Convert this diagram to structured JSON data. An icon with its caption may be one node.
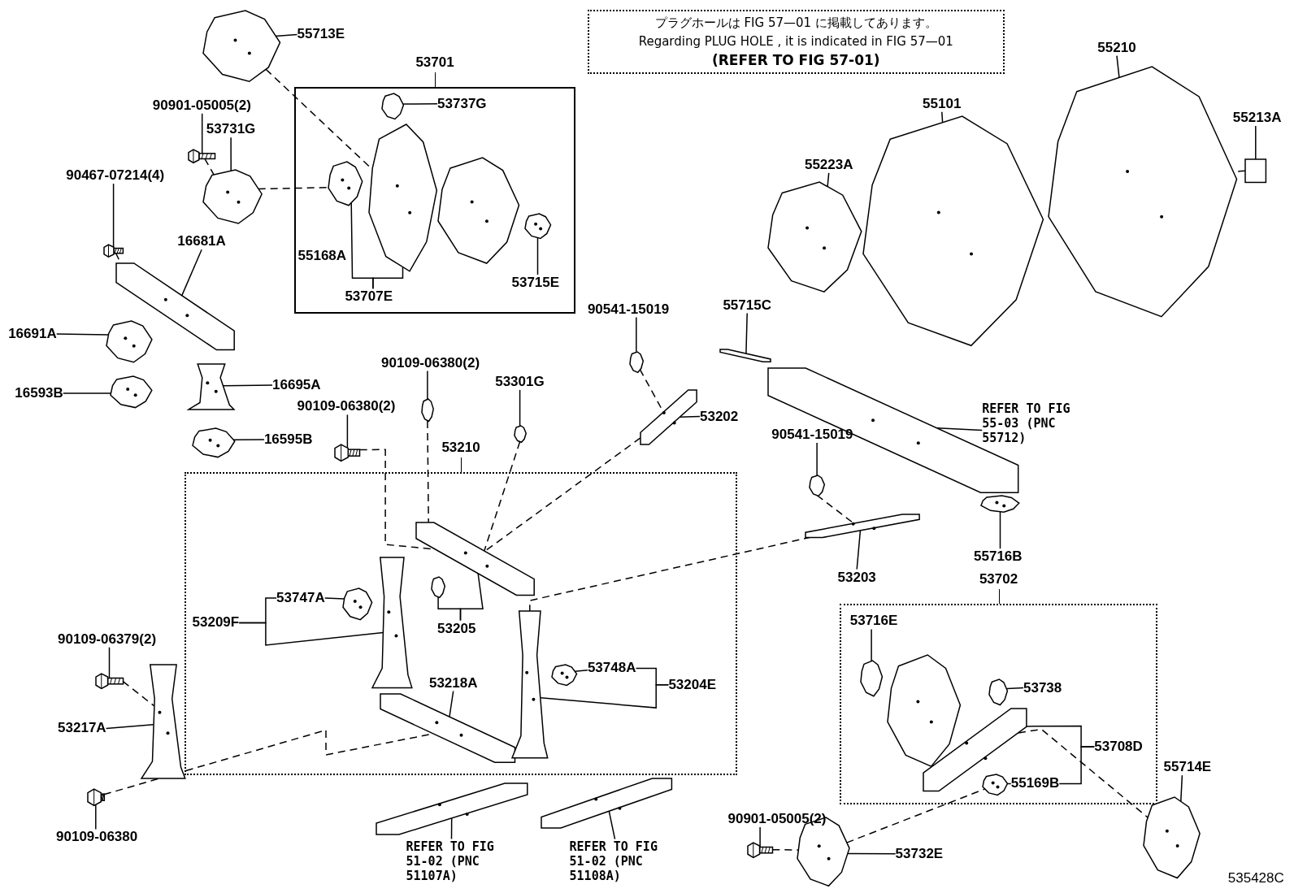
{
  "diagram": {
    "nodes": [
      {
        "text": [
          "53701"
        ]
      },
      {
        "text": [
          "53210"
        ]
      },
      {
        "text": [
          "53702"
        ]
      },
      {
        "text": [
          "プラグホールは FIG 57—01 に掲載してあります。",
          "Regarding PLUG HOLE , it is indicated in FIG 57—01",
          "(REFER TO FIG 57-01)"
        ]
      },
      {
        "text": [
          "55713E"
        ]
      },
      {
        "text": [],
        "shape": "picture"
      },
      {
        "text": [
          "90901-05005(2)"
        ]
      },
      {
        "text": [],
        "shape": "picture"
      },
      {
        "text": [
          "53731G"
        ]
      },
      {
        "text": [],
        "shape": "picture"
      },
      {
        "text": [
          "90467-07214(4)"
        ]
      },
      {
        "text": [],
        "shape": "picture"
      },
      {
        "text": [
          "16681A"
        ]
      },
      {
        "text": [],
        "shape": "picture"
      },
      {
        "text": [
          "16691A"
        ]
      },
      {
        "text": [],
        "shape": "picture"
      },
      {
        "text": [
          "16593B"
        ]
      },
      {
        "text": [],
        "shape": "picture"
      },
      {
        "text": [
          "16695A"
        ]
      },
      {
        "text": [],
        "shape": "picture"
      },
      {
        "text": [
          "16595B"
        ]
      },
      {
        "text": [],
        "shape": "picture"
      },
      {
        "text": [
          "53737G"
        ],
        "in": 0
      },
      {
        "text": [],
        "shape": "picture",
        "in": 0
      },
      {
        "text": [],
        "shape": "picture",
        "in": 0
      },
      {
        "text": [],
        "shape": "picture",
        "in": 0
      },
      {
        "text": [],
        "shape": "picture",
        "in": 0
      },
      {
        "text": [],
        "shape": "picture",
        "in": 0
      },
      {
        "text": [
          "53715E"
        ],
        "in": 0
      },
      {
        "text": [
          "53707E"
        ],
        "in": 0
      },
      {
        "text": [
          "55210"
        ]
      },
      {
        "text": [],
        "shape": "picture"
      },
      {
        "text": [
          "55101"
        ]
      },
      {
        "text": [],
        "shape": "picture"
      },
      {
        "text": [
          "55223A"
        ]
      },
      {
        "text": [],
        "shape": "picture"
      },
      {
        "text": [
          "55213A"
        ]
      },
      {
        "text": [],
        "shape": "box"
      },
      {
        "text": [
          "90541-15019"
        ]
      },
      {
        "text": [],
        "shape": "picture"
      },
      {
        "text": [
          "53202"
        ]
      },
      {
        "text": [],
        "shape": "picture"
      },
      {
        "text": [
          "55715C"
        ]
      },
      {
        "text": [],
        "shape": "picture"
      },
      {
        "text": [
          "REFER TO FIG 55-03 (PNC 55712)"
        ]
      },
      {
        "text": [],
        "shape": "picture"
      },
      {
        "text": [
          "55716B"
        ]
      },
      {
        "text": [],
        "shape": "picture"
      },
      {
        "text": [
          "90541-15019"
        ]
      },
      {
        "text": [],
        "shape": "picture"
      },
      {
        "text": [
          "53203"
        ]
      },
      {
        "text": [],
        "shape": "picture"
      },
      {
        "text": [
          "90109-06380(2)"
        ]
      },
      {
        "text": [],
        "shape": "picture"
      },
      {
        "text": [
          "53301G"
        ]
      },
      {
        "text": [],
        "shape": "picture"
      },
      {
        "text": [
          "90109-06380(2)"
        ]
      },
      {
        "text": [],
        "shape": "picture"
      },
      {
        "text": [],
        "shape": "picture",
        "in": 1
      },
      {
        "text": [],
        "shape": "picture",
        "in": 1
      },
      {
        "text": [
          "53205"
        ],
        "in": 1
      },
      {
        "text": [
          "53747A"
        ],
        "in": 1
      },
      {
        "text": [],
        "shape": "picture",
        "in": 1
      },
      {
        "text": [
          "53209F"
        ],
        "in": 1
      },
      {
        "text": [],
        "shape": "picture",
        "in": 1
      },
      {
        "text": [
          "53218A"
        ],
        "in": 1
      },
      {
        "text": [],
        "shape": "picture",
        "in": 1
      },
      {
        "text": [
          "53748A"
        ],
        "in": 1
      },
      {
        "text": [],
        "shape": "picture",
        "in": 1
      },
      {
        "text": [
          "53204E"
        ],
        "in": 1
      },
      {
        "text": [],
        "shape": "picture",
        "in": 1
      },
      {
        "text": [
          "90109-06379(2)"
        ]
      },
      {
        "text": [],
        "shape": "picture"
      },
      {
        "text": [
          "53217A"
        ]
      },
      {
        "text": [],
        "shape": "picture"
      },
      {
        "text": [
          "90109-06380"
        ]
      },
      {
        "text": [],
        "shape": "picture"
      },
      {
        "text": [
          "REFER TO FIG 51-02 (PNC 51107A)"
        ]
      },
      {
        "text": [],
        "shape": "picture"
      },
      {
        "text": [
          "REFER TO FIG 51-02 (PNC 51108A)"
        ]
      },
      {
        "text": [],
        "shape": "picture"
      },
      {
        "text": [
          "53716E"
        ],
        "in": 2
      },
      {
        "text": [],
        "shape": "picture",
        "in": 2
      },
      {
        "text": [],
        "shape": "picture",
        "in": 2
      },
      {
        "text": [
          "53738"
        ],
        "in": 2
      },
      {
        "text": [],
        "shape": "picture",
        "in": 2
      },
      {
        "text": [],
        "shape": "picture",
        "in": 2
      },
      {
        "text": [
          "55169B"
        ],
        "in": 2
      },
      {
        "text": [],
        "shape": "picture",
        "in": 2
      },
      {
        "text": [
          "53708D"
        ],
        "in": 2
      },
      {
        "text": [
          "55714E"
        ]
      },
      {
        "text": [],
        "shape": "picture"
      },
      {
        "text": [
          "90901-05005(2)"
        ]
      },
      {
        "text": [],
        "shape": "picture"
      },
      {
        "text": [
          "53732E"
        ]
      },
      {
        "text": [],
        "shape": "picture"
      }
    ],
    "edges": [
      {
        "from": 4,
        "to": 5,
        "arrow": "none"
      },
      {
        "from": 6,
        "to": 7,
        "arrow": "none"
      },
      {
        "from": 8,
        "to": 9,
        "arrow": "none"
      },
      {
        "from": 10,
        "to": 11,
        "arrow": "none"
      },
      {
        "from": 12,
        "to": 13,
        "arrow": "none"
      },
      {
        "from": 14,
        "to": 15,
        "arrow": "none"
      },
      {
        "from": 16,
        "to": 17,
        "arrow": "none"
      },
      {
        "from": 18,
        "to": 19,
        "arrow": "none"
      },
      {
        "from": 20,
        "to": 21,
        "arrow": "none"
      },
      {
        "from": 22,
        "to": 23,
        "arrow": "none"
      },
      {
        "from": 28,
        "to": 27,
        "arrow": "none"
      },
      {
        "from": 29,
        "to": 24,
        "arrow": "none"
      },
      {
        "from": 29,
        "to": 25,
        "arrow": "none"
      },
      {
        "from": 30,
        "to": 31,
        "arrow": "none"
      },
      {
        "from": 32,
        "to": 33,
        "arrow": "none"
      },
      {
        "from": 34,
        "to": 35,
        "arrow": "none"
      },
      {
        "from": 36,
        "to": 37,
        "arrow": "none"
      },
      {
        "from": 38,
        "to": 39,
        "arrow": "none"
      },
      {
        "from": 40,
        "to": 41,
        "arrow": "none"
      },
      {
        "from": 42,
        "to": 43,
        "arrow": "none"
      },
      {
        "from": 44,
        "to": 45,
        "arrow": "none"
      },
      {
        "from": 46,
        "to": 47,
        "arrow": "none"
      },
      {
        "from": 48,
        "to": 49,
        "arrow": "none"
      },
      {
        "from": 50,
        "to": 51,
        "arrow": "none"
      },
      {
        "from": 52,
        "to": 53,
        "arrow": "none"
      },
      {
        "from": 54,
        "to": 55,
        "arrow": "none"
      },
      {
        "from": 56,
        "to": 57,
        "arrow": "none"
      },
      {
        "from": 60,
        "to": 59,
        "arrow": "none"
      },
      {
        "from": 60,
        "to": 58,
        "arrow": "none"
      },
      {
        "from": 61,
        "to": 62,
        "arrow": "none"
      },
      {
        "from": 63,
        "to": 64,
        "arrow": "none"
      },
      {
        "from": 63,
        "to": 61,
        "arrow": "none"
      },
      {
        "from": 65,
        "to": 66,
        "arrow": "none"
      },
      {
        "from": 67,
        "to": 68,
        "arrow": "none"
      },
      {
        "from": 69,
        "to": 70,
        "arrow": "none"
      },
      {
        "from": 69,
        "to": 67,
        "arrow": "none"
      },
      {
        "from": 71,
        "to": 72,
        "arrow": "none"
      },
      {
        "from": 73,
        "to": 74,
        "arrow": "none"
      },
      {
        "from": 75,
        "to": 76,
        "arrow": "none"
      },
      {
        "from": 77,
        "to": 78,
        "arrow": "none"
      },
      {
        "from": 79,
        "to": 80,
        "arrow": "none"
      },
      {
        "from": 81,
        "to": 82,
        "arrow": "none"
      },
      {
        "from": 84,
        "to": 85,
        "arrow": "none"
      },
      {
        "from": 87,
        "to": 88,
        "arrow": "none"
      },
      {
        "from": 89,
        "to": 86,
        "arrow": "none"
      },
      {
        "from": 89,
        "to": 87,
        "arrow": "none"
      },
      {
        "from": 90,
        "to": 91,
        "arrow": "none"
      },
      {
        "from": 92,
        "to": 93,
        "arrow": "none"
      },
      {
        "from": 94,
        "to": 95,
        "arrow": "none"
      },
      {
        "from": 5,
        "to": 25,
        "arrow": "none",
        "style": "dashed"
      },
      {
        "from": 7,
        "to": 9,
        "arrow": "none",
        "style": "dashed"
      },
      {
        "from": 9,
        "to": 24,
        "arrow": "none",
        "style": "dashed"
      },
      {
        "from": 11,
        "to": 13,
        "arrow": "none",
        "style": "dashed"
      },
      {
        "from": 37,
        "to": 31,
        "arrow": "none",
        "style": "dashed"
      },
      {
        "from": 39,
        "to": 41,
        "arrow": "none",
        "style": "dashed"
      },
      {
        "from": 41,
        "to": 58,
        "arrow": "none",
        "style": "dashed"
      },
      {
        "from": 49,
        "to": 51,
        "arrow": "none",
        "style": "dashed"
      },
      {
        "from": 51,
        "to": 70,
        "arrow": "none",
        "style": "dashed"
      },
      {
        "from": 53,
        "to": 58,
        "arrow": "none",
        "style": "dashed"
      },
      {
        "from": 55,
        "to": 58,
        "arrow": "none",
        "style": "dashed"
      },
      {
        "from": 57,
        "to": 58,
        "arrow": "none",
        "style": "dashed"
      },
      {
        "from": 72,
        "to": 74,
        "arrow": "none",
        "style": "dashed"
      },
      {
        "from": 76,
        "to": 66,
        "arrow": "none",
        "style": "dashed"
      },
      {
        "from": 86,
        "to": 91,
        "arrow": "none",
        "style": "dashed"
      },
      {
        "from": 93,
        "to": 95,
        "arrow": "none",
        "style": "dashed"
      },
      {
        "from": 95,
        "to": 88,
        "arrow": "none",
        "style": "dashed"
      }
    ],
    "labels": [
      "55168A",
      "535428C"
    ]
  }
}
